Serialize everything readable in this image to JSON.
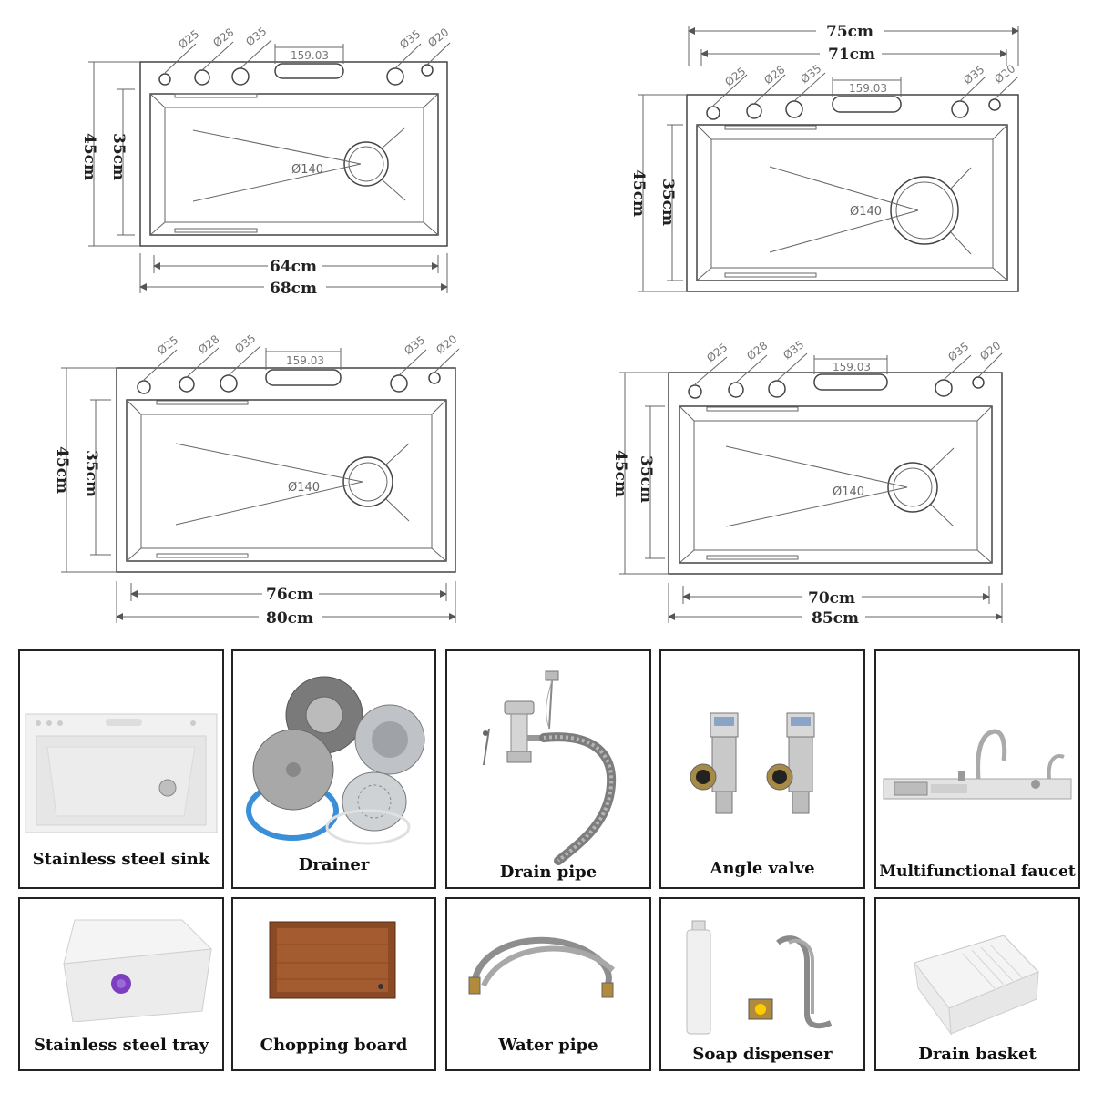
{
  "diagrams": [
    {
      "holes": [
        "Ø25",
        "Ø28",
        "Ø35",
        "Ø35",
        "Ø20"
      ],
      "slot": "159.03",
      "drain": "Ø140",
      "inner_width": "64cm",
      "outer_width": "68cm",
      "outer_height": "45cm",
      "inner_height": "35cm"
    },
    {
      "holes": [
        "Ø25",
        "Ø28",
        "Ø35",
        "Ø35",
        "Ø20"
      ],
      "slot": "159.03",
      "drain": "Ø140",
      "top_outer": "75cm",
      "top_inner": "71cm",
      "outer_height": "45cm",
      "inner_height": "35cm"
    },
    {
      "holes": [
        "Ø25",
        "Ø28",
        "Ø35",
        "Ø35",
        "Ø20"
      ],
      "slot": "159.03",
      "drain": "Ø140",
      "inner_width": "76cm",
      "outer_width": "80cm",
      "outer_height": "45cm",
      "inner_height": "35cm"
    },
    {
      "holes": [
        "Ø25",
        "Ø28",
        "Ø35",
        "Ø35",
        "Ø20"
      ],
      "slot": "159.03",
      "drain": "Ø140",
      "inner_width": "70cm",
      "outer_width": "85cm",
      "outer_height": "45cm",
      "inner_height": "35cm"
    }
  ],
  "accessories": [
    {
      "label": "Stainless steel sink",
      "icon": "sink-icon"
    },
    {
      "label": "Drainer",
      "icon": "drainer-icon"
    },
    {
      "label": "Drain pipe",
      "icon": "drain-pipe-icon"
    },
    {
      "label": "Angle valve",
      "icon": "angle-valve-icon"
    },
    {
      "label": "Multifunctional faucet",
      "icon": "faucet-icon"
    },
    {
      "label": "Stainless steel tray",
      "icon": "tray-icon"
    },
    {
      "label": "Chopping board",
      "icon": "chopping-board-icon"
    },
    {
      "label": "Water pipe",
      "icon": "water-pipe-icon"
    },
    {
      "label": "Soap dispenser",
      "icon": "soap-dispenser-icon"
    },
    {
      "label": "Drain basket",
      "icon": "drain-basket-icon"
    }
  ],
  "colors": {
    "line": "#444444",
    "wood": "#8a4a25",
    "steel": "#b9bcc0",
    "blue_ring": "#3b8fd8",
    "purple": "#7b3fbf"
  }
}
